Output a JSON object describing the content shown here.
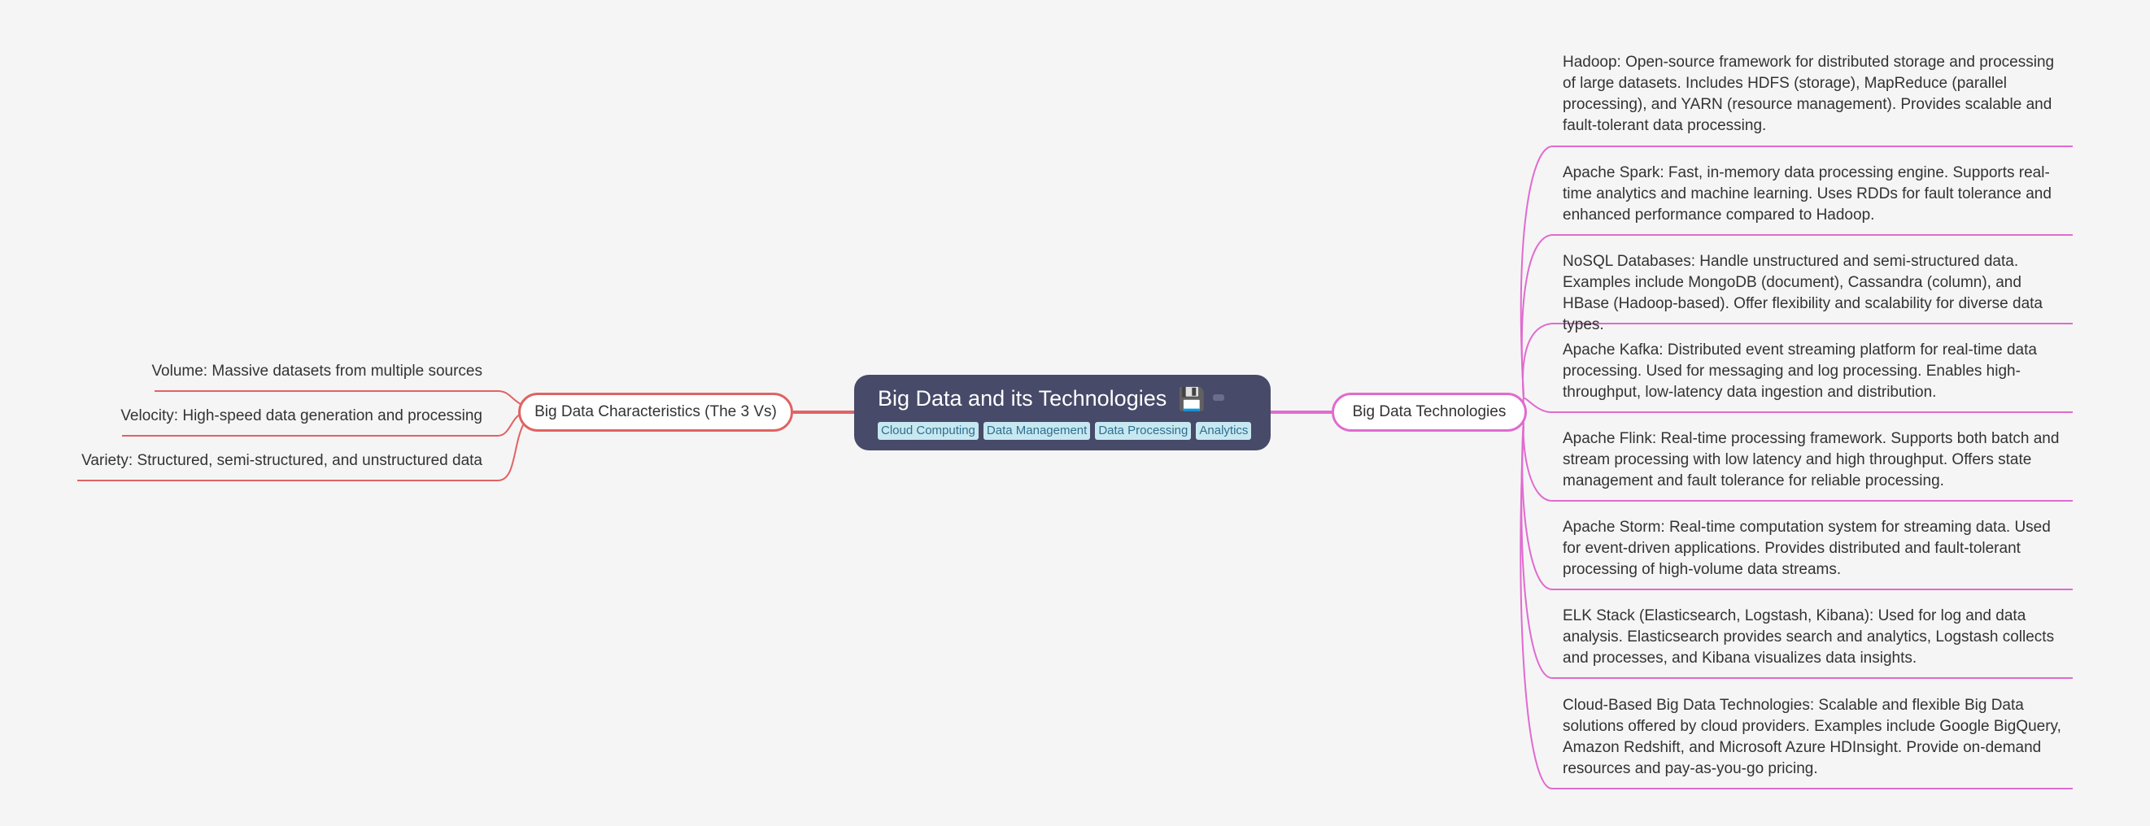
{
  "root": {
    "title": "Big Data and its Technologies",
    "icon": "💾",
    "tags": [
      "Cloud Computing",
      "Data Management",
      "Data Processing",
      "Analytics"
    ]
  },
  "colors": {
    "background": "#f5f5f5",
    "root_fill": "#474a68",
    "left_branch": "#e06363",
    "right_branch": "#e06bd0",
    "tag_fill": "#c7e8f1",
    "tag_text": "#2f6f8e"
  },
  "left_branch": {
    "label": "Big Data Characteristics (The 3 Vs)",
    "children": [
      "Volume: Massive datasets from multiple sources",
      "Velocity: High-speed data generation and processing",
      "Variety: Structured, semi-structured, and unstructured data"
    ]
  },
  "right_branch": {
    "label": "Big Data Technologies",
    "children": [
      "Hadoop: Open-source framework for distributed storage and processing of large datasets.  Includes HDFS (storage), MapReduce (parallel processing), and YARN (resource management).  Provides scalable and fault-tolerant data processing.",
      "Apache Spark: Fast, in-memory data processing engine.  Supports real-time analytics and machine learning. Uses RDDs for fault tolerance and enhanced performance compared to Hadoop.",
      "NoSQL Databases: Handle unstructured and semi-structured data.  Examples include MongoDB (document), Cassandra (column), and HBase (Hadoop-based). Offer flexibility and scalability for diverse data types.",
      "Apache Kafka: Distributed event streaming platform for real-time data processing. Used for messaging and log processing. Enables high-throughput, low-latency data ingestion and distribution.",
      "Apache Flink: Real-time processing framework.  Supports both batch and stream processing with low latency and high throughput.  Offers state management and fault tolerance for reliable processing.",
      "Apache Storm: Real-time computation system for streaming data. Used for event-driven applications.  Provides distributed and fault-tolerant processing of high-volume data streams.",
      "ELK Stack (Elasticsearch, Logstash, Kibana): Used for log and data analysis.  Elasticsearch provides search and analytics, Logstash collects and processes, and Kibana visualizes data insights.",
      "Cloud-Based Big Data Technologies: Scalable and flexible Big Data solutions offered by cloud providers.  Examples include Google BigQuery, Amazon Redshift, and Microsoft Azure HDInsight. Provide on-demand resources and pay-as-you-go pricing."
    ]
  }
}
